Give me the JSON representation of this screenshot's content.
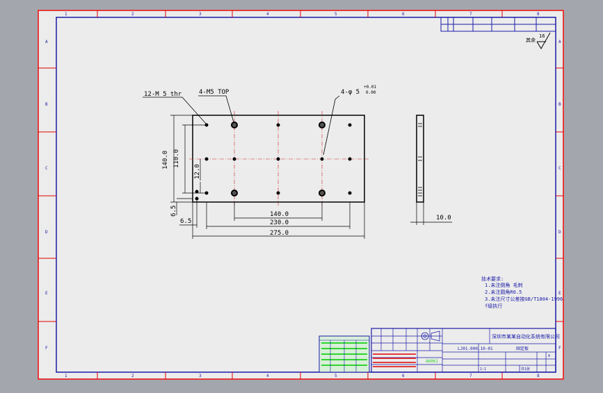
{
  "sheet": {
    "column_labels": [
      "1",
      "2",
      "3",
      "4",
      "5",
      "6",
      "7",
      "8"
    ],
    "row_labels": [
      "A",
      "B",
      "C",
      "D",
      "E",
      "F"
    ]
  },
  "dimensions": {
    "threaded_holes": "12-M 5 thr",
    "counterbore_holes": "4-M5 TOP",
    "pin_holes": "4-φ 5",
    "pin_tolerance_upper": "+0.01",
    "pin_tolerance_lower": "0.00",
    "overall_height": "140.0",
    "inner_height": "110.0",
    "hole_spacing_vertical": "12.0",
    "bottom_offset": "6.5",
    "left_offset": "6.5",
    "hole_span_inner": "140.0",
    "hole_span_outer": "230.0",
    "overall_width": "275.0",
    "thickness": "10.0"
  },
  "surface_mark": {
    "text": "其余",
    "roughness": "16"
  },
  "tech_notes": {
    "title": "技术要求:",
    "lines": [
      "1.未注倒角  毛刺",
      "2.未注圆角R0.5",
      "3.未注尺寸公差按GB/T1804-1996",
      "  f级执行"
    ]
  },
  "title_block": {
    "company": "深圳市某某自动化系统有限公司",
    "part_name": "固定板",
    "drawing_number": "LJ01.000.10-01",
    "material": "A6061",
    "scale": "1:1",
    "sheet_text": "共1张",
    "version": "A"
  },
  "colors": {
    "border": "#e00000",
    "frame": "#1a1aa8",
    "geometry": "#000000",
    "paper": "#ececec",
    "background": "#a4a6ad",
    "note_text": "#1a1aa8",
    "table_green": "#2fd42f"
  }
}
